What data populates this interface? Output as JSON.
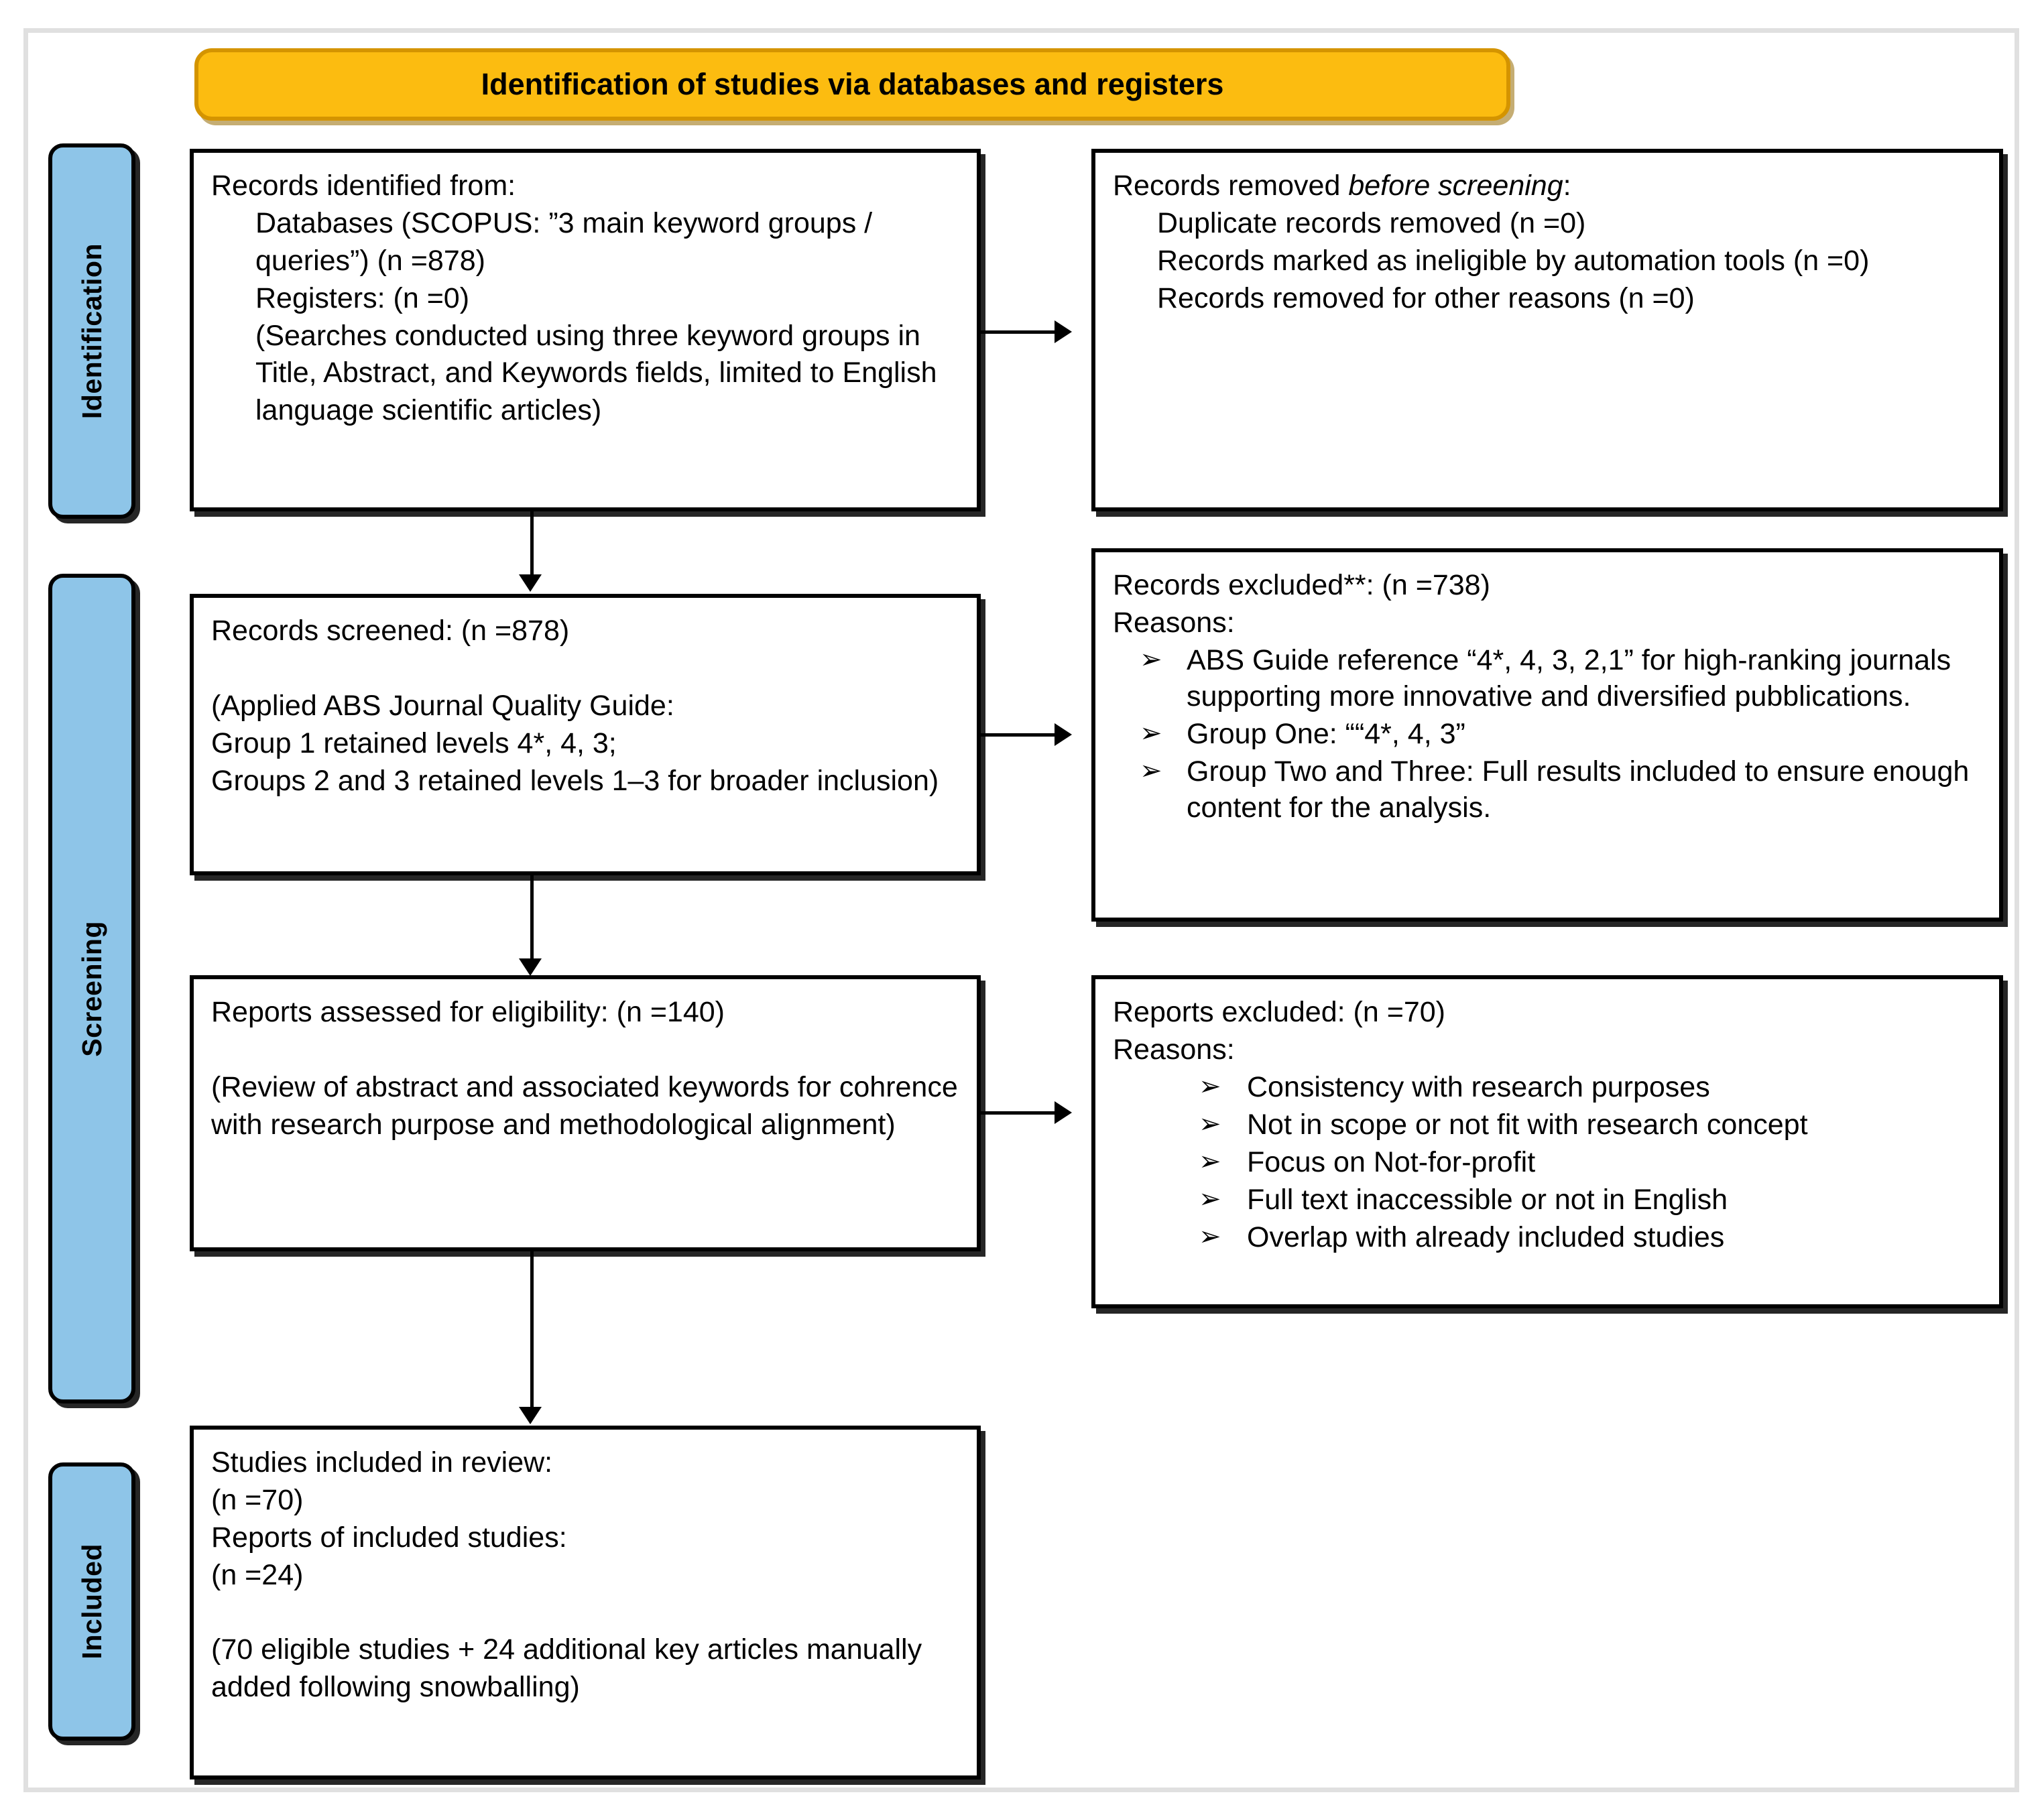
{
  "diagram": {
    "title": "Identification of studies via databases and registers",
    "colors": {
      "banner_fill": "#fcbc10",
      "banner_border": "#d49400",
      "stage_tab_fill": "#8ec5e8",
      "box_border": "#000000",
      "frame": "#e0e0e0"
    }
  },
  "stages": [
    {
      "label": "Identification"
    },
    {
      "label": "Screening"
    },
    {
      "label": "Included"
    }
  ],
  "boxes": {
    "identified": {
      "lines": [
        "Records identified from:",
        "Databases (SCOPUS: ”3 main keyword groups / queries”) (n =878)",
        "Registers: (n =0)",
        "(Searches conducted using three keyword groups in Title, Abstract, and Keywords fields, limited to English language scientific articles)"
      ]
    },
    "removed_before": {
      "heading_prefix": "Records removed ",
      "heading_italic": "before screening",
      "heading_suffix": ":",
      "items": [
        "Duplicate records removed  (n =0)",
        "Records marked as ineligible by automation tools (n =0)",
        "Records removed for other reasons (n =0)"
      ]
    },
    "screened": {
      "heading": "Records screened: (n =878)",
      "lines": [
        "(Applied ABS Journal Quality Guide:",
        "Group 1 retained levels 4*, 4, 3;",
        "Groups 2 and 3 retained levels 1–3 for broader inclusion)"
      ]
    },
    "records_excluded": {
      "heading": "Records excluded**: (n =738)",
      "reasons_label": "Reasons:",
      "reasons": [
        "ABS Guide reference “4*, 4, 3, 2,1” for high-ranking journals supporting more innovative and diversified pubblications.",
        "Group One: ““4*, 4, 3”",
        "Group Two and Three: Full results included to ensure enough content for the analysis."
      ]
    },
    "eligibility": {
      "heading": "Reports assessed for eligibility: (n =140)",
      "lines": [
        "(Review of abstract and associated keywords for cohrence with research purpose and methodological alignment)"
      ]
    },
    "reports_excluded": {
      "heading": "Reports excluded: (n =70)",
      "reasons_label": "Reasons:",
      "reasons": [
        "Consistency with research purposes",
        "Not in scope or not fit with research concept",
        "Focus on Not-for-profit",
        "Full text inaccessible or not in English",
        "Overlap with already included studies"
      ]
    },
    "included": {
      "lines": [
        "Studies included in review:",
        "(n =70)",
        "Reports of included studies:",
        "(n =24)",
        "(70 eligible studies + 24 additional key articles manually added following snowballing)"
      ]
    }
  },
  "bullet_glyph": "➢"
}
